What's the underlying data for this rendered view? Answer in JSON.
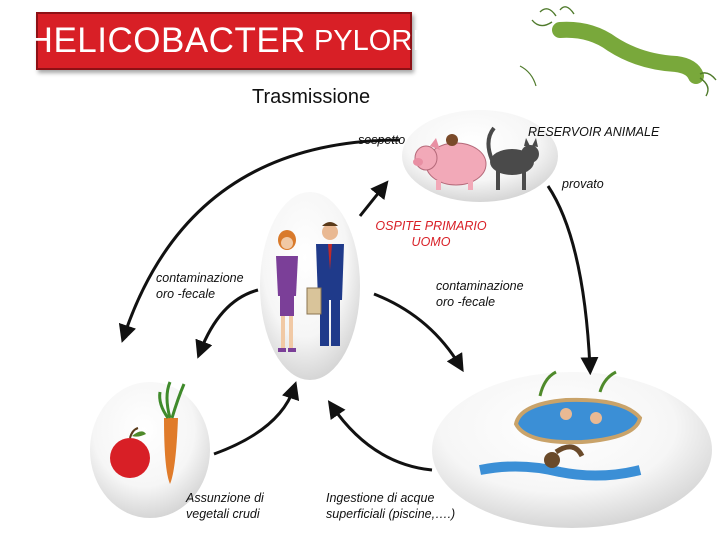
{
  "title": {
    "part1": "HELICOBACTER",
    "part2": "PYLORI"
  },
  "subtitle": "Trasmissione",
  "labels": {
    "sospetto": "sospetto",
    "reservoir": "RESERVOIR ANIMALE",
    "provato": "provato",
    "host_line1": "OSPITE PRIMARIO",
    "host_line2": "UOMO",
    "left_contamination_line1": "contaminazione",
    "left_contamination_line2": "oro -fecale",
    "right_contamination_line1": "contaminazione",
    "right_contamination_line2": "oro -fecale",
    "vegetables_line1": "Assunzione di",
    "vegetables_line2": "vegetali crudi",
    "water_line1": "Ingestione di acque",
    "water_line2": "superficiali (piscine,….)"
  },
  "colors": {
    "title_bg": "#d81f26",
    "host_text": "#d81f26",
    "arrow": "#111111"
  },
  "icons": [
    "bacterium-icon",
    "pig-icon",
    "cat-icon",
    "woman-icon",
    "man-icon",
    "apple-icon",
    "carrot-icon",
    "pool-icon",
    "swimmer-icon"
  ]
}
